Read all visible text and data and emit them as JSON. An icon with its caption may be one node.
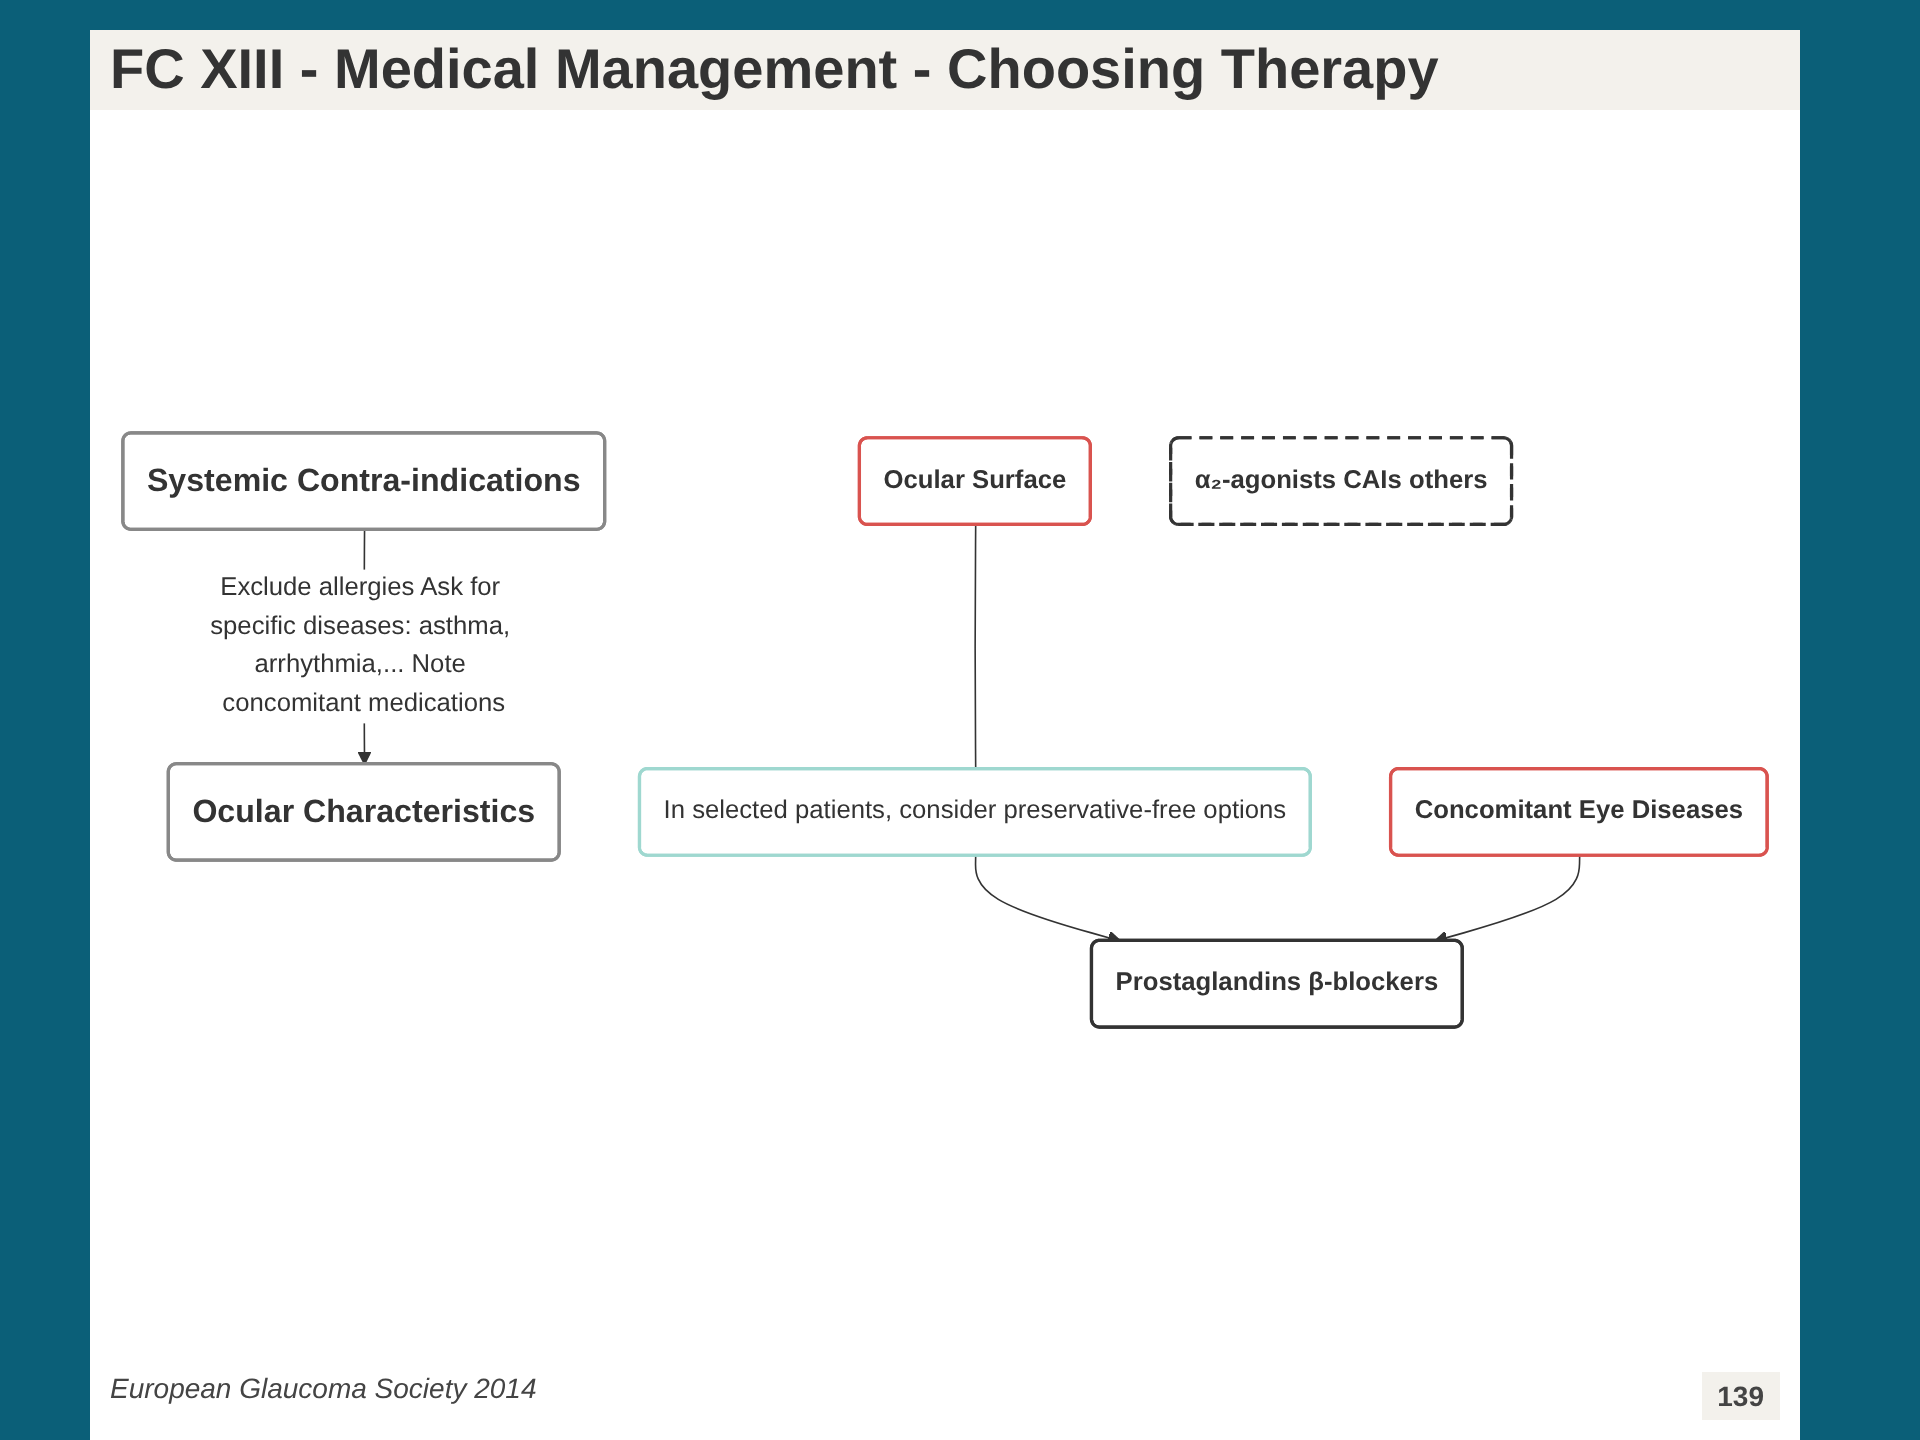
{
  "diagram": {
    "title": "FC XIII - Medical Management - Choosing Therapy",
    "nodes": [
      {
        "text": [
          "Systemic Contra-indications"
        ]
      },
      {
        "text": [
          "Ocular Characteristics"
        ]
      },
      {
        "text": [
          "Ocular Surface"
        ]
      },
      {
        "text": [
          "Concomitant Eye Diseases"
        ]
      },
      {
        "text": [
          "In selected patients, consider preservative-free options"
        ]
      },
      {
        "text": [
          "Prostaglandins β-blockers"
        ]
      },
      {
        "text": [
          "α₂-agonists CAIs others"
        ]
      }
    ],
    "edges": [
      {
        "from": 0,
        "to": 1,
        "arrow": "to",
        "label": "Exclude allergies Ask for specific diseases: asthma, arrhythmia,... Note concomitant medications"
      },
      {
        "from": 2,
        "to": 4,
        "arrow": "none"
      },
      {
        "from": 4,
        "to": 5,
        "arrow": "to"
      },
      {
        "from": 3,
        "to": 5,
        "arrow": "to"
      }
    ],
    "labels": [
      "European Glaucoma Society 2014",
      "139"
    ]
  }
}
